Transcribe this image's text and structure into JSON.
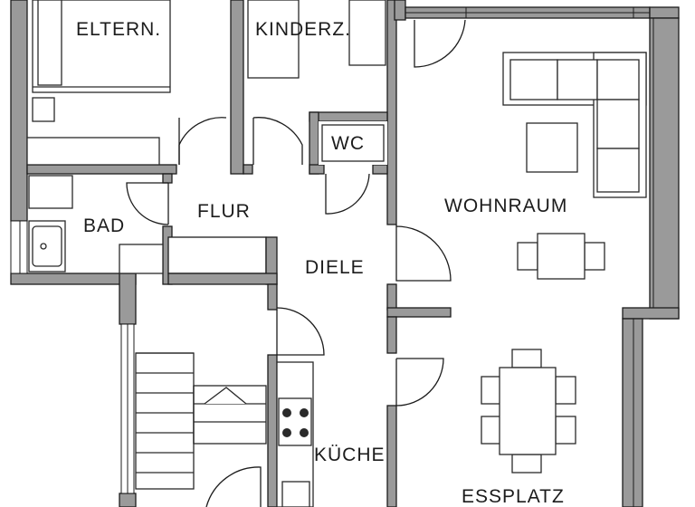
{
  "floor_plan": {
    "rooms": {
      "eltern": "ELTERN.",
      "kinderz": "KINDERZ.",
      "wc": "WC",
      "bad": "BAD",
      "flur": "FLUR",
      "diele": "DIELE",
      "wohnraum": "WOHNRAUM",
      "kueche": "KÜCHE",
      "essplatz": "ESSPLATZ"
    },
    "colors": {
      "wall_fill": "#9a9a9a",
      "wall_outline": "#1c1c1c",
      "furniture_outline": "#2a2a2a",
      "background": "#ffffff"
    }
  }
}
